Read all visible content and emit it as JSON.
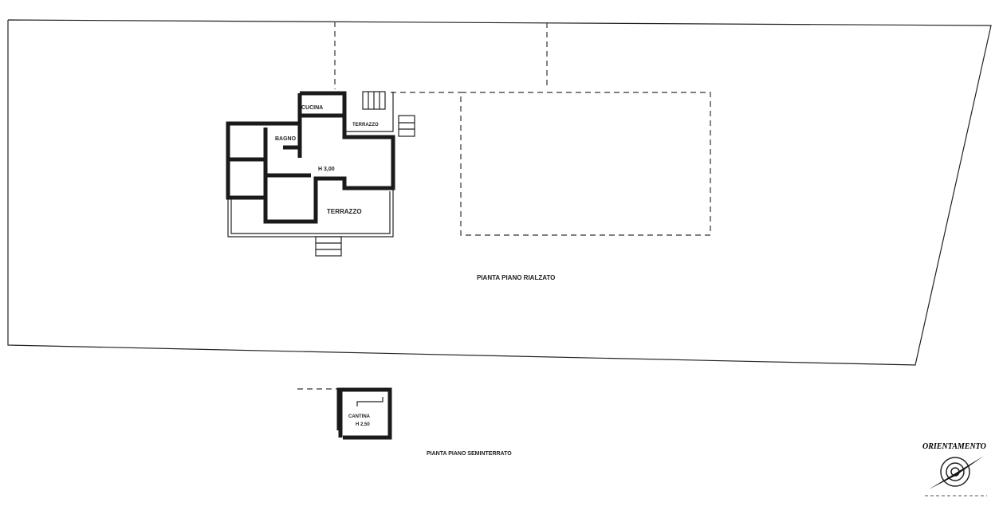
{
  "plan_upper": {
    "title": "PIANTA PIANO RIALZATO",
    "rooms": {
      "kitchen": "CUCINA",
      "bathroom": "BAGNO",
      "terrace_small": "TERRAZZO",
      "height": "H 3,00",
      "terrace": "TERRAZZO"
    }
  },
  "plan_lower": {
    "title": "PIANTA PIANO SEMINTERRATO",
    "rooms": {
      "cellar": "CANTINA",
      "height": "H 2,50"
    }
  },
  "orientation": {
    "label": "ORIENTAMENTO"
  }
}
